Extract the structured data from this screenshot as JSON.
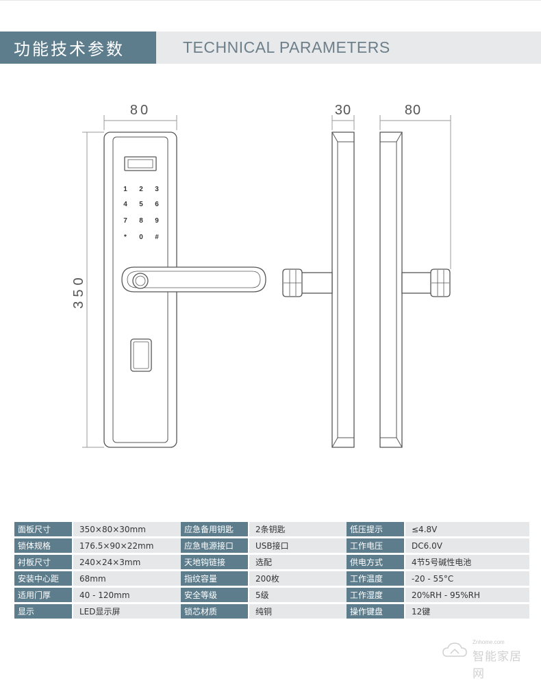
{
  "banner": {
    "title_cn": "功能技术参数",
    "title_en": "TECHNICAL PARAMETERS",
    "accent_color": "#5e7d8c"
  },
  "drawing": {
    "front_width": "80",
    "front_height": "350",
    "side_depth": "30",
    "side_width": "80",
    "keypad": [
      "1",
      "2",
      "3",
      "4",
      "5",
      "6",
      "7",
      "8",
      "9",
      "*",
      "0",
      "#"
    ]
  },
  "specs": {
    "col1": [
      {
        "label": "面板尺寸",
        "value": "350×80×30mm"
      },
      {
        "label": "锁体规格",
        "value": "176.5×90×22mm"
      },
      {
        "label": "衬板尺寸",
        "value": "240×24×3mm"
      },
      {
        "label": "安装中心距",
        "value": "68mm"
      },
      {
        "label": "适用门厚",
        "value": "40 - 120mm"
      },
      {
        "label": "显示",
        "value": "LED显示屏"
      }
    ],
    "col2": [
      {
        "label": "应急备用钥匙",
        "value": "2条钥匙"
      },
      {
        "label": "应急电源接口",
        "value": "USB接口"
      },
      {
        "label": "天地钩链接",
        "value": "选配"
      },
      {
        "label": "指纹容量",
        "value": "200枚"
      },
      {
        "label": "安全等级",
        "value": "5级"
      },
      {
        "label": "锁芯材质",
        "value": "纯铜"
      }
    ],
    "col3": [
      {
        "label": "低压提示",
        "value": "≤4.8V"
      },
      {
        "label": "工作电压",
        "value": "DC6.0V"
      },
      {
        "label": "供电方式",
        "value": "4节5号碱性电池"
      },
      {
        "label": "工作温度",
        "value": "-20 - 55°C"
      },
      {
        "label": "工作湿度",
        "value": "20%RH - 95%RH"
      },
      {
        "label": "操作键盘",
        "value": "12键"
      }
    ]
  },
  "watermark": {
    "small": "Znhome.com",
    "big": "智能家居网",
    "icon": "cloud-house-icon"
  }
}
